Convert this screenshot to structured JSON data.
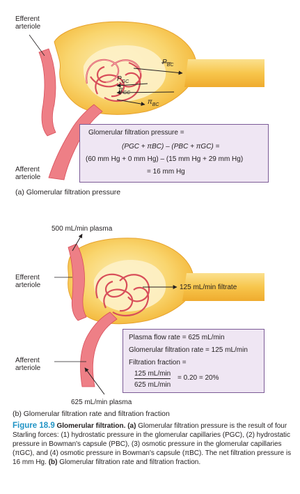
{
  "panel_a": {
    "efferent_label": "Efferent arteriole",
    "afferent_label": "Afferent arteriole",
    "p_bc": "P",
    "p_bc_sub": "BC",
    "p_gc": "P",
    "p_gc_sub": "GC",
    "pi_gc": "π",
    "pi_gc_sub": "GC",
    "pi_bc": "π",
    "pi_bc_sub": "BC",
    "box_title": "Glomerular filtration pressure =",
    "box_line2": "(PGC + πBC) – (PBC + πGC) =",
    "box_line3": "(60 mm Hg + 0 mm Hg) – (15 mm Hg + 29 mm Hg)",
    "box_line4": "= 16 mm Hg",
    "caption": "(a) Glomerular filtration pressure"
  },
  "panel_b": {
    "plasma_in": "500 mL/min plasma",
    "efferent_label": "Efferent arteriole",
    "afferent_label": "Afferent arteriole",
    "filtrate": "125 mL/min filtrate",
    "box_line1": "Plasma flow rate = 625 mL/min",
    "box_line2": "Glomerular filtration rate = 125 mL/min",
    "box_line3": "Filtration fraction =",
    "frac_num": "125 mL/min",
    "frac_result": "= 0.20 = 20%",
    "frac_den": "625 mL/min",
    "plasma_out": "625 mL/min plasma",
    "caption": "(b) Glomerular filtration rate and filtration fraction"
  },
  "figure": {
    "number": "Figure 18.9",
    "title": "Glomerular filtration.",
    "text_a_label": "(a)",
    "text_a": " Glomerular filtration pressure is the result of four Starling forces: (1) hydrostatic pressure in the glomerular capillaries (PGC), (2) hydrostatic pressure in Bowman's capsule (PBC), (3) osmotic pressure in the glomerular capillaries (πGC), and (4) osmotic pressure in Bowman's capsule (πBC). The net filtration pressure is 16 mm Hg.",
    "text_b_label": "(b)",
    "text_b": " Glomerular filtration rate and filtration fraction."
  },
  "colors": {
    "capsule": "#f7c64c",
    "capsule_light": "#fbe08e",
    "vessel": "#ee7f86",
    "vessel_dark": "#d84e5a",
    "box_fill": "#efe6f3",
    "box_border": "#7b5a96",
    "accent": "#1f93c5"
  }
}
